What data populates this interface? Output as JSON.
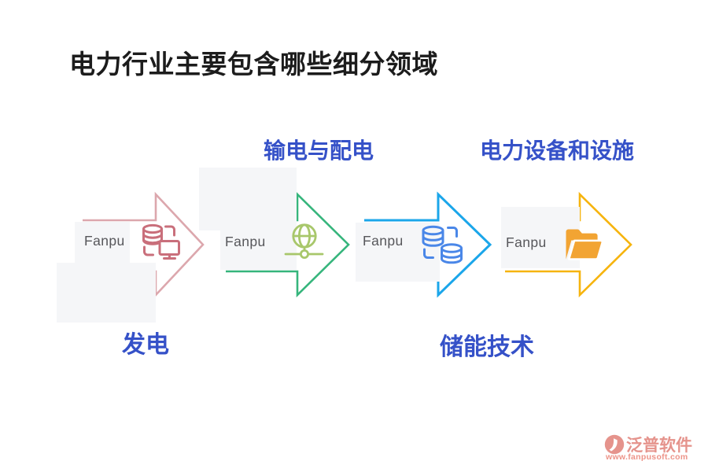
{
  "title": "电力行业主要包含哪些细分领域",
  "segments": [
    {
      "name": "发电",
      "brand": "Fanpu",
      "icon": "database-monitor-icon",
      "arrow_color": "#dca7ad",
      "icon_color": "#c96f7b"
    },
    {
      "name": "输电与配电",
      "brand": "Fanpu",
      "icon": "globe-network-icon",
      "arrow_color": "#36b57c",
      "icon_color": "#a8c76b"
    },
    {
      "name": "储能技术",
      "brand": "Fanpu",
      "icon": "database-sync-icon",
      "arrow_color": "#1ba6ea",
      "icon_color": "#4a87e8"
    },
    {
      "name": "电力设备和设施",
      "brand": "Fanpu",
      "icon": "open-folder-icon",
      "arrow_color": "#f6b40e",
      "icon_color": "#f2a433"
    }
  ],
  "watermark": {
    "brand": "泛普软件",
    "url": "www.fanpusoft.com",
    "color": "#e5938c"
  },
  "colors": {
    "title_text": "#1c1c1c",
    "label_blue": "#3551c8",
    "panel_bg": "#f5f6f8",
    "fanpu_text": "#57575b",
    "watermark_main": "#e5938c",
    "watermark_url": "#ed9489"
  }
}
